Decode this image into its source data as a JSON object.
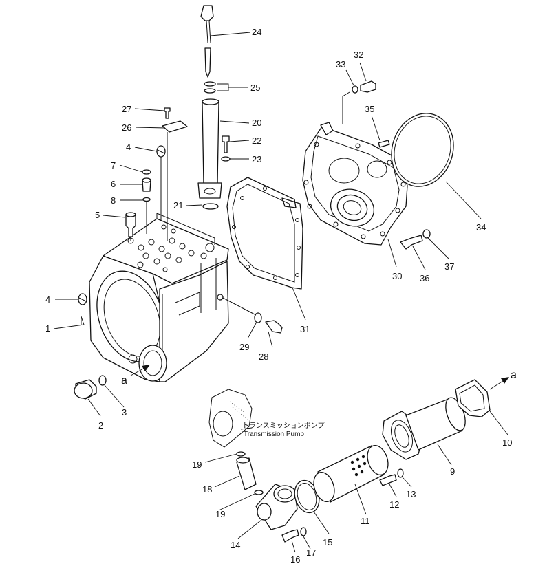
{
  "labels": {
    "p1": "1",
    "p2": "2",
    "p3": "3",
    "p4a": "4",
    "p4b": "4",
    "p5": "5",
    "p6": "6",
    "p7": "7",
    "p8": "8",
    "p9": "9",
    "p10": "10",
    "p11": "11",
    "p12": "12",
    "p13": "13",
    "p14": "14",
    "p15": "15",
    "p16": "16",
    "p17": "17",
    "p18": "18",
    "p19a": "19",
    "p19b": "19",
    "p20": "20",
    "p21": "21",
    "p22": "22",
    "p23": "23",
    "p24": "24",
    "p25": "25",
    "p26": "26",
    "p27": "27",
    "p28": "28",
    "p29": "29",
    "p30": "30",
    "p31": "31",
    "p32": "32",
    "p33": "33",
    "p34": "34",
    "p35": "35",
    "p36": "36",
    "p37": "37"
  },
  "refs": {
    "a_left": "a",
    "a_right": "a"
  },
  "notes": {
    "pump_jp": "トランスミッションポンプ",
    "pump_en": "Transmission Pump"
  }
}
